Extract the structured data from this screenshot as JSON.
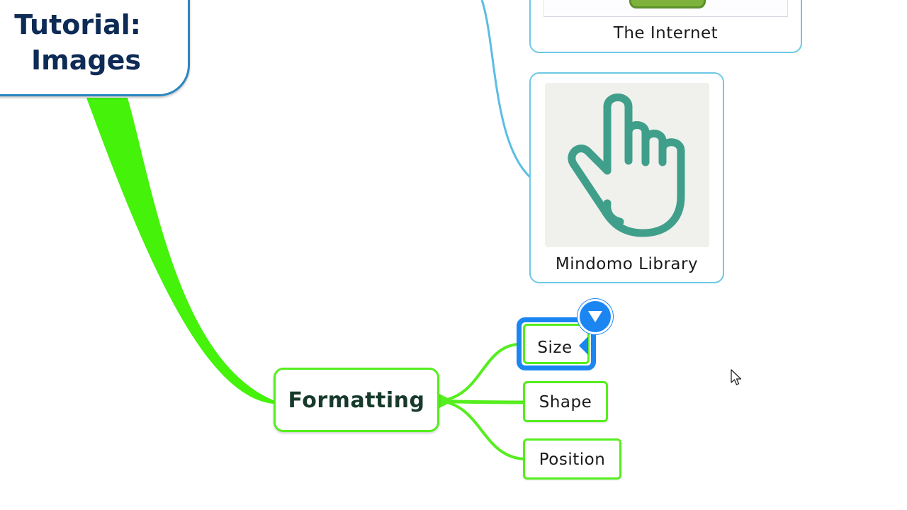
{
  "canvas": {
    "central_topic": {
      "title": "Tutorial:\nImages"
    },
    "image_topics": [
      {
        "label": "The Internet",
        "image": "webpage-screenshot-thumbnail"
      },
      {
        "label": "Mindomo Library",
        "image": "pointing-hand-icon"
      }
    ],
    "formatting": {
      "label": "Formatting",
      "subtopics": [
        {
          "label": "Size",
          "selected": true
        },
        {
          "label": "Shape",
          "selected": false
        },
        {
          "label": "Position",
          "selected": false
        }
      ]
    },
    "selection": {
      "options_button_icon": "chevron-down-icon"
    }
  },
  "colors": {
    "central_border": "#2a86c0",
    "central_text": "#0d2b55",
    "image_topic_border": "#6ec8e6",
    "green_branch": "#55ee1e",
    "selection_accent": "#1b86f2",
    "hand_icon": "#3f9f8a"
  }
}
